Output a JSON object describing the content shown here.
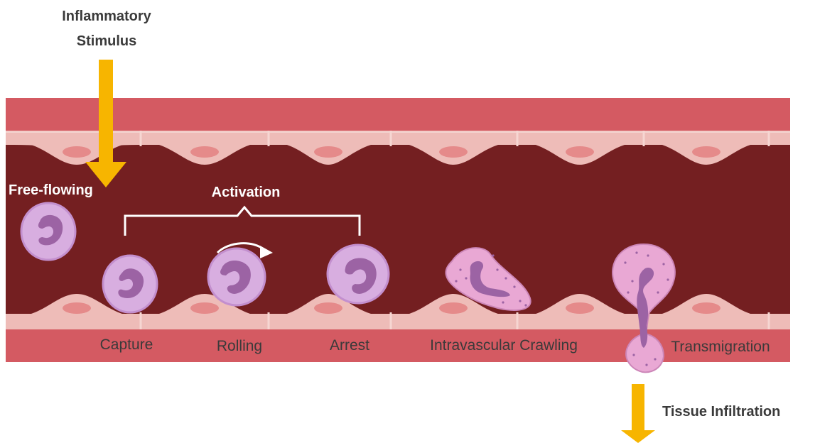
{
  "labels": {
    "stimulus_line1": "Inflammatory",
    "stimulus_line2": "Stimulus",
    "free_flowing": "Free-flowing",
    "activation": "Activation",
    "tissue_infiltration": "Tissue Infiltration"
  },
  "stages": [
    {
      "label": "Capture"
    },
    {
      "label": "Rolling"
    },
    {
      "label": "Arrest"
    },
    {
      "label": "Intravascular Crawling"
    },
    {
      "label": "Transmigration"
    }
  ],
  "colors": {
    "vessel_wall": "#d45a62",
    "lumen": "#741f21",
    "endothelium": "#eebcb8",
    "endothelium_nucleus": "#e58a8a",
    "leukocyte": "#d8aee0",
    "leukocyte_nucleus": "#9c63a4",
    "crawling_cell": "#e9a8d4",
    "arrow": "#f7b500"
  }
}
